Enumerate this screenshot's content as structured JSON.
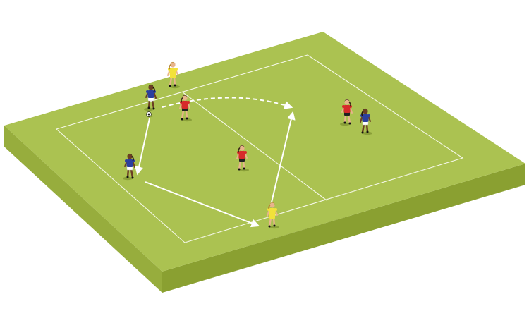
{
  "pitch": {
    "colors": {
      "top": "#abc251",
      "left_side": "#97ad3d",
      "front_side": "#8aa031",
      "line": "#f4f7e6",
      "arrow": "#ffffff",
      "shadow": "#6f8325"
    }
  },
  "teams": {
    "red": {
      "shirt": "#d72a2a",
      "shorts": "#222222",
      "skin": "#e8b48c",
      "hair": "#3a2416"
    },
    "blue": {
      "shirt": "#2b3f9e",
      "shorts": "#ffffff",
      "skin": "#6b3e23",
      "hair": "#1e120b"
    },
    "yellow": {
      "shirt": "#f2e23a",
      "shorts": "#f2e23a",
      "skin": "#e8b48c",
      "hair": "#b5852e"
    }
  },
  "players": [
    {
      "team": "yellow",
      "role": "server"
    },
    {
      "team": "blue",
      "role": "attacker-with-ball"
    },
    {
      "team": "red",
      "role": "defender"
    },
    {
      "team": "blue",
      "role": "attacker"
    },
    {
      "team": "red",
      "role": "defender"
    },
    {
      "team": "yellow",
      "role": "neutral"
    },
    {
      "team": "red",
      "role": "defender"
    },
    {
      "team": "blue",
      "role": "attacker"
    }
  ],
  "ball": {
    "icon": "soccer-ball-icon"
  },
  "movements": [
    {
      "type": "pass",
      "style": "solid"
    },
    {
      "type": "pass",
      "style": "solid"
    },
    {
      "type": "pass",
      "style": "solid"
    },
    {
      "type": "run",
      "style": "dashed"
    }
  ]
}
